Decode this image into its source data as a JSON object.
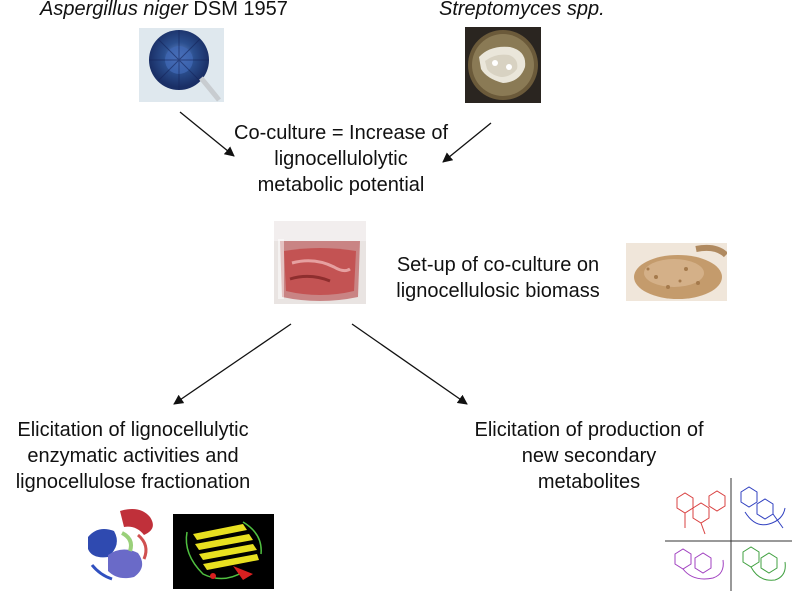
{
  "organisms": {
    "left_name_italic": "Aspergillus niger",
    "left_name_strain": " DSM 1957",
    "right_name": "Streptomyces spp."
  },
  "coculture_text": [
    "Co-culture = Increase of",
    "lignocellulolytic",
    "metabolic potential"
  ],
  "setup_text": [
    "Set-up of co-culture on",
    "lignocellulosic biomass"
  ],
  "outcome_left": [
    "Elicitation of lignocellulytic",
    "enzymatic activities and",
    "lignocellulose fractionation"
  ],
  "outcome_right": [
    "Elicitation of production of",
    "new secondary",
    "metabolites"
  ],
  "colors": {
    "aspergillus_blue": "#2b4f8f",
    "plate_brown": "#6b5a3a",
    "tube_red": "#c24a4a",
    "biomass_tan": "#c49b6c",
    "protein_yellow": "#e8e020",
    "structure_red": "#d94040",
    "structure_blue": "#3040c0",
    "structure_purple": "#a040c0",
    "structure_green": "#40a040"
  }
}
